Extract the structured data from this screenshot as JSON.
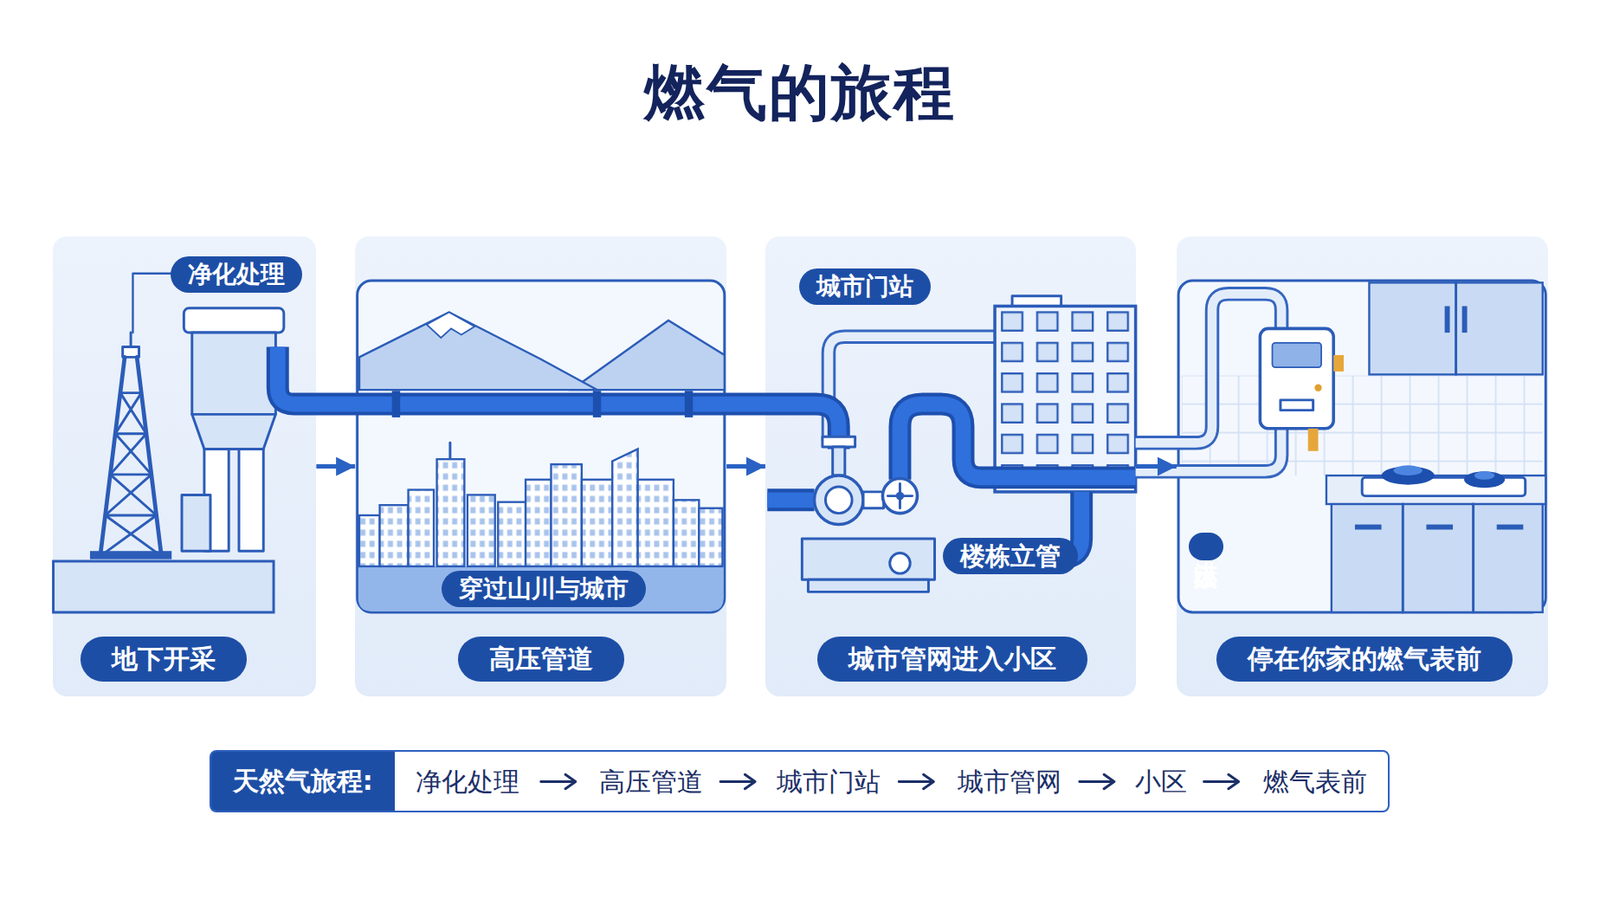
{
  "diagram": {
    "title": "燃气的旅程",
    "nodes": [
      {
        "text": [
          "地下开采"
        ]
      },
      {
        "text": [
          "净化处理"
        ],
        "in": 0
      },
      {
        "text": [
          "高压管道"
        ]
      },
      {
        "text": [
          "穿过山川与城市"
        ],
        "in": 2
      },
      {
        "text": [
          "城市管网进入小区"
        ]
      },
      {
        "text": [
          "城市门站"
        ],
        "in": 4
      },
      {
        "text": [
          "楼栋立管"
        ],
        "in": 4
      },
      {
        "text": [
          "停在你家的燃气表前"
        ]
      },
      {
        "text": [
          "进入小区"
        ],
        "in": 7
      },
      {
        "text": [
          "天然气旅程:",
          "净化处理",
          "高压管道",
          "城市门站",
          "城市管网",
          "小区",
          "燃气表前"
        ]
      }
    ],
    "edges": [
      {
        "from": 0,
        "to": 2,
        "arrow": "to"
      },
      {
        "from": 2,
        "to": 4,
        "arrow": "to"
      },
      {
        "from": 4,
        "to": 7,
        "arrow": "to"
      }
    ]
  }
}
